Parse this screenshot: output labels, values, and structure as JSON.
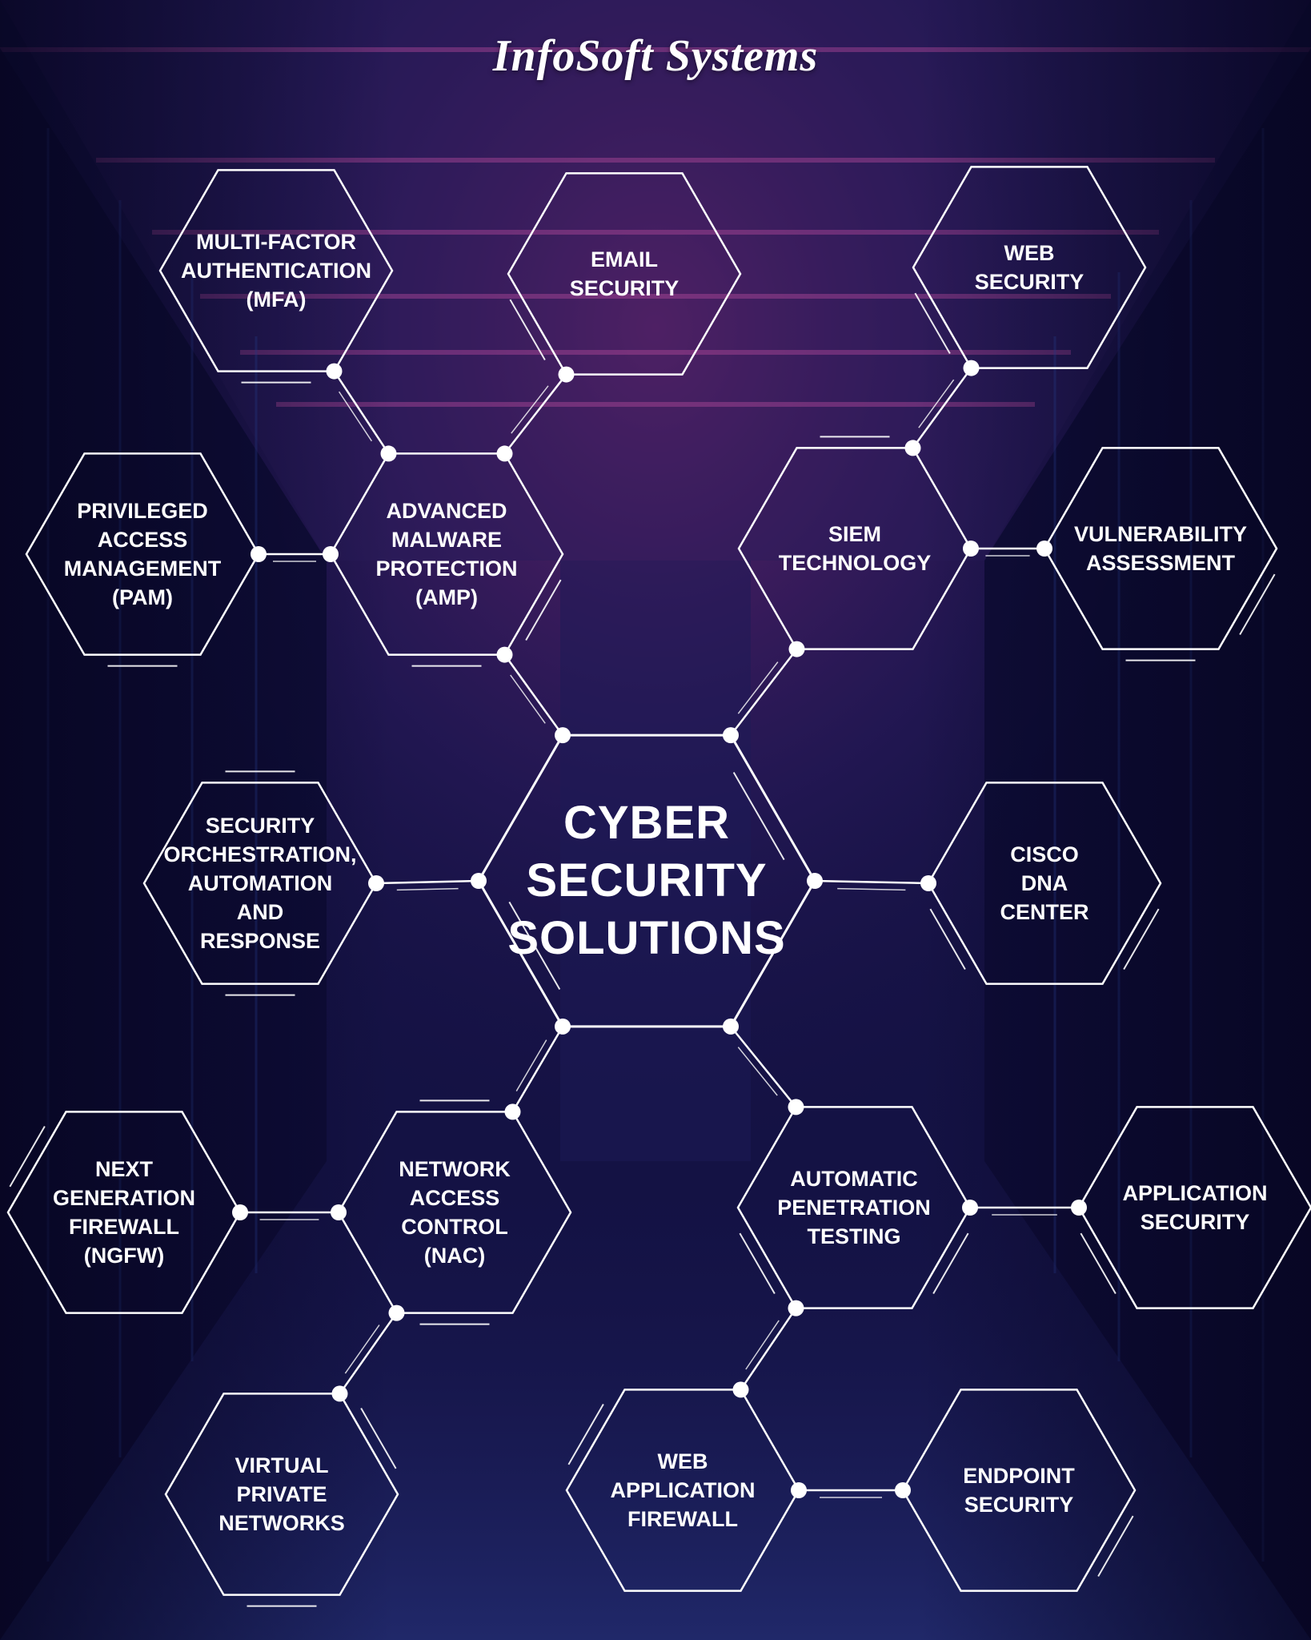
{
  "brand": {
    "name": "InfoSoft Systems"
  },
  "colors": {
    "background_dark": "#120f3c",
    "background_accent": "#8a2a7a",
    "line": "#ffffff",
    "text": "#ffffff"
  },
  "diagram": {
    "center": {
      "id": "center",
      "label": "CYBER\nSECURITY\nSOLUTIONS"
    },
    "nodes": [
      {
        "id": "mfa",
        "label": "MULTI-FACTOR\nAUTHENTICATION\n(MFA)"
      },
      {
        "id": "email",
        "label": "EMAIL\nSECURITY"
      },
      {
        "id": "web",
        "label": "WEB\nSECURITY"
      },
      {
        "id": "pam",
        "label": "PRIVILEGED\nACCESS\nMANAGEMENT\n(PAM)"
      },
      {
        "id": "amp",
        "label": "ADVANCED\nMALWARE\nPROTECTION\n(AMP)"
      },
      {
        "id": "siem",
        "label": "SIEM\nTECHNOLOGY"
      },
      {
        "id": "va",
        "label": "VULNERABILITY\nASSESSMENT"
      },
      {
        "id": "soar",
        "label": "SECURITY\nORCHESTRATION,\nAUTOMATION\nAND\nRESPONSE"
      },
      {
        "id": "dna",
        "label": "CISCO\nDNA\nCENTER"
      },
      {
        "id": "ngfw",
        "label": "NEXT\nGENERATION\nFIREWALL\n(NGFW)"
      },
      {
        "id": "nac",
        "label": "NETWORK\nACCESS\nCONTROL\n(NAC)"
      },
      {
        "id": "apt",
        "label": "AUTOMATIC\nPENETRATION\nTESTING"
      },
      {
        "id": "appsec",
        "label": "APPLICATION\nSECURITY"
      },
      {
        "id": "vpn",
        "label": "VIRTUAL\nPRIVATE\nNETWORKS"
      },
      {
        "id": "waf",
        "label": "WEB\nAPPLICATION\nFIREWALL"
      },
      {
        "id": "endpoint",
        "label": "ENDPOINT\nSECURITY"
      }
    ],
    "connections": [
      [
        "mfa",
        "amp"
      ],
      [
        "email",
        "amp"
      ],
      [
        "pam",
        "amp"
      ],
      [
        "amp",
        "center"
      ],
      [
        "web",
        "siem"
      ],
      [
        "siem",
        "va"
      ],
      [
        "siem",
        "center"
      ],
      [
        "soar",
        "center"
      ],
      [
        "center",
        "dna"
      ],
      [
        "center",
        "nac"
      ],
      [
        "ngfw",
        "nac"
      ],
      [
        "nac",
        "vpn"
      ],
      [
        "center",
        "apt"
      ],
      [
        "apt",
        "appsec"
      ],
      [
        "apt",
        "waf"
      ],
      [
        "waf",
        "endpoint"
      ]
    ]
  }
}
